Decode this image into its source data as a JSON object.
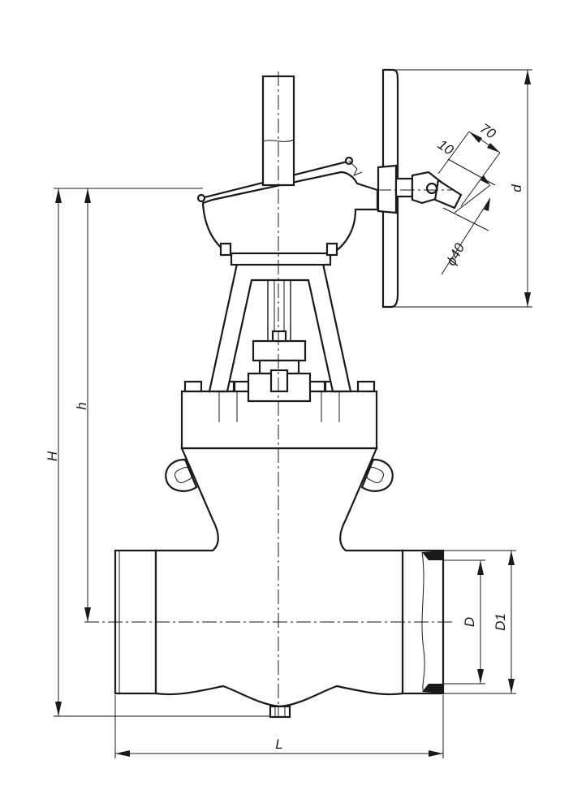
{
  "diagram": {
    "dimension_labels": {
      "H": "H",
      "h": "h",
      "L": "L",
      "D": "D",
      "D1": "D1",
      "d": "d",
      "seventy": "70",
      "ten": "10",
      "phi40": "ϕ40"
    }
  }
}
